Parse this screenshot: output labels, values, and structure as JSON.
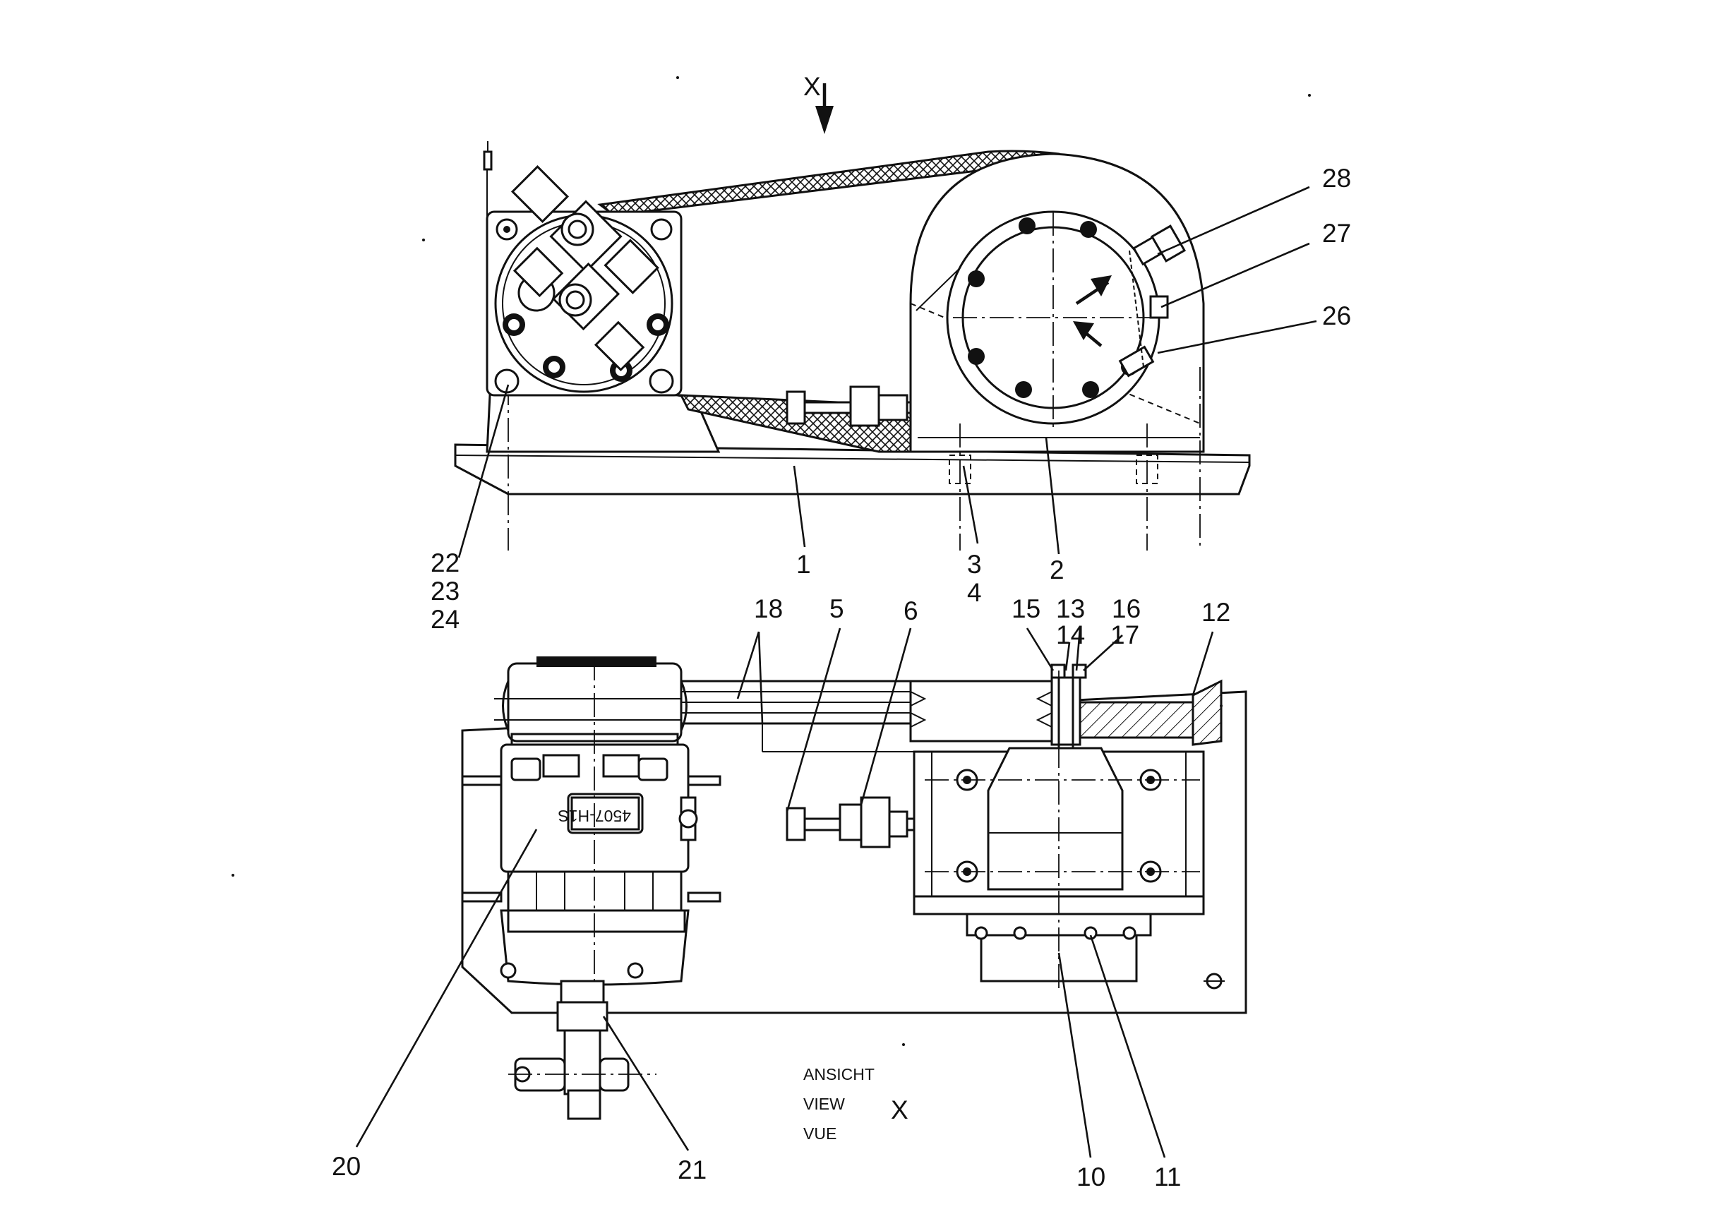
{
  "view_marker": "X",
  "view_caption": {
    "line1": "ANSICHT",
    "line2": "VIEW",
    "line3": "VUE",
    "letter": "X"
  },
  "nameplate_text": "4507-H1S",
  "callouts": {
    "c1": "1",
    "c2": "2",
    "c3": "3",
    "c4": "4",
    "c5": "5",
    "c6": "6",
    "c10": "10",
    "c11": "11",
    "c12": "12",
    "c13": "13",
    "c14": "14",
    "c15": "15",
    "c16": "16",
    "c17": "17",
    "c18": "18",
    "c20": "20",
    "c21": "21",
    "c22": "22",
    "c23": "23",
    "c24": "24",
    "c26": "26",
    "c27": "27",
    "c28": "28"
  },
  "colors": {
    "line": "#111111",
    "background": "#ffffff"
  }
}
